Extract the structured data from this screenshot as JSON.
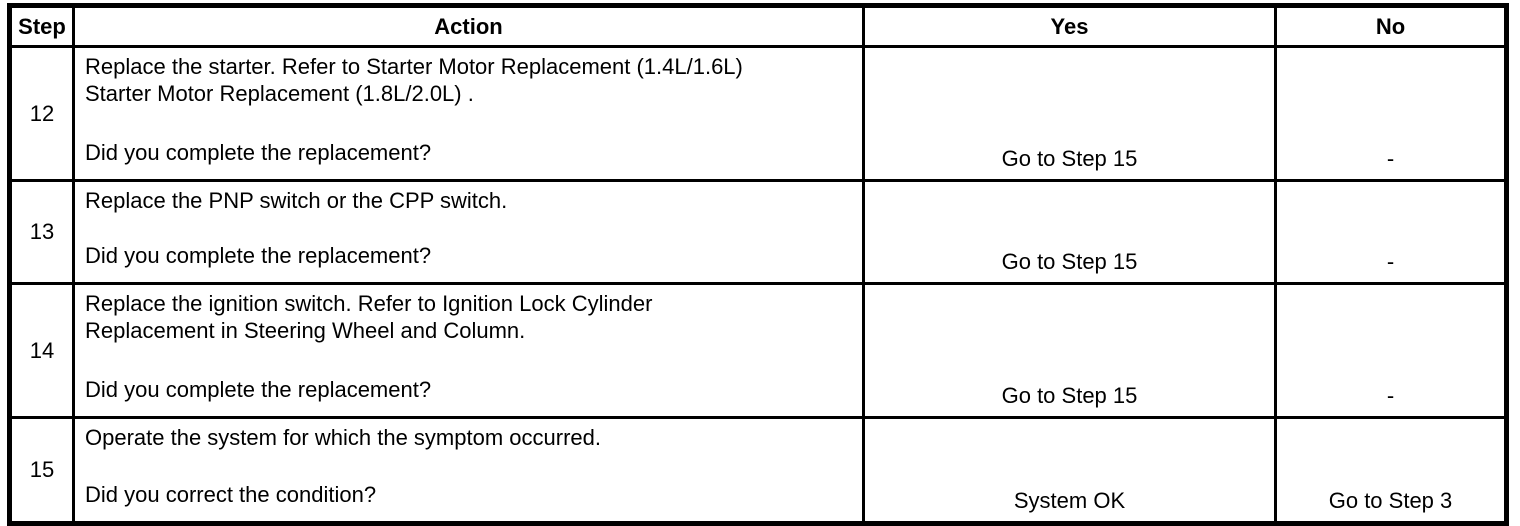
{
  "table": {
    "headers": [
      "Step",
      "Action",
      "Yes",
      "No"
    ],
    "rows": [
      {
        "step": "12",
        "action": "Replace the starter. Refer to Starter Motor Replacement (1.4L/1.6L)\nStarter Motor Replacement (1.8L/2.0L) .",
        "question": "Did you complete the replacement?",
        "yes": "Go to Step 15",
        "no": "-"
      },
      {
        "step": "13",
        "action": "Replace the PNP switch or the CPP switch.",
        "question": "Did you complete the replacement?",
        "yes": "Go to Step 15",
        "no": "-"
      },
      {
        "step": "14",
        "action": "Replace the ignition switch. Refer to Ignition Lock Cylinder\nReplacement in Steering Wheel and Column.",
        "question": "Did you complete the replacement?",
        "yes": "Go to Step 15",
        "no": "-"
      },
      {
        "step": "15",
        "action": "Operate the system for which the symptom occurred.",
        "question": "Did you correct the condition?",
        "yes": "System OK",
        "no": "Go to Step 3"
      }
    ]
  }
}
